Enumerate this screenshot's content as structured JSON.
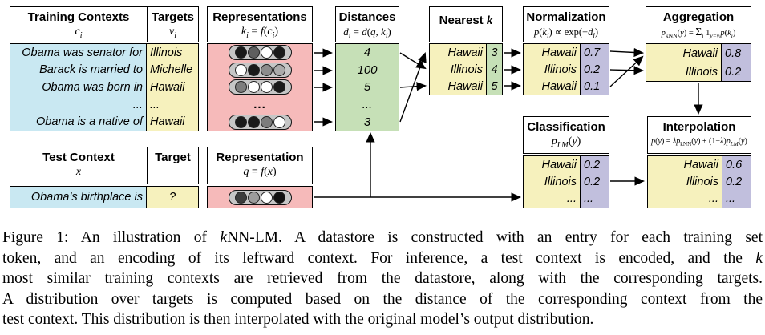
{
  "diagram": {
    "colors": {
      "context_blue": "#c9e8f2",
      "target_yellow": "#f6f1bd",
      "representation_pink": "#f6baba",
      "distance_green": "#c6e0b7",
      "probability_purple": "#c1bfdd",
      "vector_pill_gray": "#c6c6c6"
    },
    "training": {
      "title": "Training Contexts",
      "subtitle": [
        {
          "t": "c",
          "i": 1
        },
        {
          "t": "i",
          "i": 1,
          "sub": 1
        }
      ],
      "targets_title": "Targets",
      "targets_subtitle": [
        {
          "t": "v",
          "i": 1
        },
        {
          "t": "i",
          "i": 1,
          "sub": 1
        }
      ],
      "rows": [
        {
          "context": "Obama was senator for",
          "target": "Illinois"
        },
        {
          "context": "Barack is married to",
          "target": "Michelle"
        },
        {
          "context": "Obama was born in",
          "target": "Hawaii"
        },
        {
          "context": "...",
          "target": "..."
        },
        {
          "context": "Obama is a native of",
          "target": "Hawaii"
        }
      ]
    },
    "representations": {
      "title": "Representations",
      "formula": [
        {
          "t": "k",
          "i": 1
        },
        {
          "t": "i",
          "i": 1,
          "sub": 1
        },
        {
          "t": " = "
        },
        {
          "t": "f",
          "i": 1
        },
        {
          "t": "("
        },
        {
          "t": "c",
          "i": 1
        },
        {
          "t": "i",
          "i": 1,
          "sub": 1
        },
        {
          "t": ")"
        }
      ],
      "vectors": [
        [
          "#1a1a1a",
          "#5e5e5e",
          "#ffffff",
          "#1a1a1a"
        ],
        [
          "#ffffff",
          "#1a1a1a",
          "#8c8c8c",
          "#ababab"
        ],
        [
          "#7d7d7d",
          "#ffffff",
          "#ffffff",
          "#1a1a1a"
        ],
        [
          "#1a1a1a",
          "#1a1a1a",
          "#7d7d7d",
          "#ffffff"
        ]
      ],
      "dots": "..."
    },
    "distances": {
      "title": "Distances",
      "formula": [
        {
          "t": "d",
          "i": 1
        },
        {
          "t": "i",
          "i": 1,
          "sub": 1
        },
        {
          "t": " = "
        },
        {
          "t": "d",
          "i": 1
        },
        {
          "t": "("
        },
        {
          "t": "q",
          "i": 1
        },
        {
          "t": ", "
        },
        {
          "t": "k",
          "i": 1
        },
        {
          "t": "i",
          "i": 1,
          "sub": 1
        },
        {
          "t": ")"
        }
      ],
      "values": [
        "4",
        "100",
        "5",
        "...",
        "3"
      ]
    },
    "nearest": {
      "title": [
        {
          "t": "Nearest ",
          "b": 1
        },
        {
          "t": "k",
          "i": 1
        }
      ],
      "rows": [
        {
          "label": "Hawaii",
          "value": "3"
        },
        {
          "label": "Illinois",
          "value": "4"
        },
        {
          "label": "Hawaii",
          "value": "5"
        }
      ]
    },
    "normalization": {
      "title": "Normalization",
      "formula": [
        {
          "t": "p",
          "i": 1
        },
        {
          "t": "("
        },
        {
          "t": "k",
          "i": 1
        },
        {
          "t": "i",
          "i": 1,
          "sub": 1
        },
        {
          "t": ") ∝ exp(−"
        },
        {
          "t": "d",
          "i": 1
        },
        {
          "t": "i",
          "i": 1,
          "sub": 1
        },
        {
          "t": ")"
        }
      ],
      "rows": [
        {
          "label": "Hawaii",
          "value": "0.7"
        },
        {
          "label": "Illinois",
          "value": "0.2"
        },
        {
          "label": "Hawaii",
          "value": "0.1"
        }
      ]
    },
    "aggregation": {
      "title": "Aggregation",
      "formula": [
        {
          "t": "p",
          "i": 1
        },
        {
          "t": "kNN",
          "sub": 1
        },
        {
          "t": "("
        },
        {
          "t": "y",
          "i": 1
        },
        {
          "t": ") = "
        },
        {
          "t": "Σ",
          "bg": 1
        },
        {
          "t": "i",
          "i": 1,
          "sub": 1
        },
        {
          "t": " 1"
        },
        {
          "t": "y=vᵢ",
          "i": 1,
          "sub": 1
        },
        {
          "t": "p",
          "i": 1
        },
        {
          "t": "("
        },
        {
          "t": "k",
          "i": 1
        },
        {
          "t": "i",
          "i": 1,
          "sub": 1
        },
        {
          "t": ")"
        }
      ],
      "rows": [
        {
          "label": "Hawaii",
          "value": "0.8"
        },
        {
          "label": "Illinois",
          "value": "0.2"
        }
      ]
    },
    "classification": {
      "title": "Classification",
      "formula": [
        {
          "t": "p",
          "i": 1
        },
        {
          "t": "LM",
          "i": 1,
          "sub": 1
        },
        {
          "t": "("
        },
        {
          "t": "y",
          "i": 1
        },
        {
          "t": ")"
        }
      ],
      "rows": [
        {
          "label": "Hawaii",
          "value": "0.2"
        },
        {
          "label": "Illinois",
          "value": "0.2"
        },
        {
          "label": "...",
          "value": "..."
        }
      ]
    },
    "interpolation": {
      "title": "Interpolation",
      "formula": [
        {
          "t": "p",
          "i": 1
        },
        {
          "t": "("
        },
        {
          "t": "y",
          "i": 1
        },
        {
          "t": ") = "
        },
        {
          "t": "λ",
          "i": 1
        },
        {
          "t": "p",
          "i": 1
        },
        {
          "t": "kNN",
          "sub": 1
        },
        {
          "t": "("
        },
        {
          "t": "y",
          "i": 1
        },
        {
          "t": ") + (1−"
        },
        {
          "t": "λ",
          "i": 1
        },
        {
          "t": ")"
        },
        {
          "t": "p",
          "i": 1
        },
        {
          "t": "LM",
          "i": 1,
          "sub": 1
        },
        {
          "t": "("
        },
        {
          "t": "y",
          "i": 1
        },
        {
          "t": ")"
        }
      ],
      "rows": [
        {
          "label": "Hawaii",
          "value": "0.6"
        },
        {
          "label": "Illinois",
          "value": "0.2"
        },
        {
          "label": "...",
          "value": "..."
        }
      ]
    },
    "test": {
      "title": "Test Context",
      "subtitle": [
        {
          "t": "x",
          "i": 1
        }
      ],
      "target_title": "Target",
      "row": {
        "context": "Obama’s birthplace is",
        "target": "?"
      }
    },
    "test_representation": {
      "title": "Representation",
      "formula": [
        {
          "t": "q",
          "i": 1
        },
        {
          "t": " = "
        },
        {
          "t": "f",
          "i": 1
        },
        {
          "t": "("
        },
        {
          "t": "x",
          "i": 1
        },
        {
          "t": ")"
        }
      ],
      "vector": [
        "#3c3c3c",
        "#9c9c9c",
        "#ffffff",
        "#111111"
      ]
    }
  },
  "caption": {
    "lines": [
      {
        "segments": [
          {
            "t": "Figure 1: An illustration of "
          },
          {
            "t": "k",
            "i": 1
          },
          {
            "t": "NN-LM. A datastore is constructed with an entry for each training set"
          }
        ]
      },
      {
        "segments": [
          {
            "t": "token, and an encoding of its leftward context. For inference, a test context is encoded, and the "
          },
          {
            "t": "k",
            "i": 1
          }
        ]
      },
      {
        "segments": [
          {
            "t": "most similar training contexts are retrieved from the datastore, along with the corresponding targets."
          }
        ]
      },
      {
        "segments": [
          {
            "t": "A distribution over targets is computed based on the distance of the corresponding context from the"
          }
        ]
      },
      {
        "segments": [
          {
            "t": "test context. This distribution is then interpolated with the original model’s output distribution."
          }
        ]
      }
    ]
  }
}
